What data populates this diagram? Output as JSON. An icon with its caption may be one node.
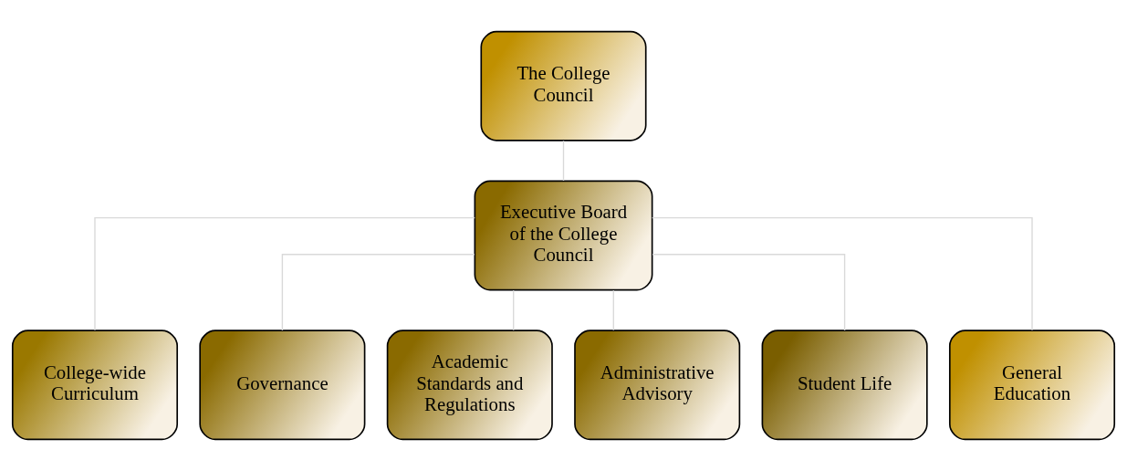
{
  "diagram": {
    "nodes": [
      {
        "text": [
          "The College Council"
        ]
      },
      {
        "text": [
          "Executive Board of the College Council"
        ]
      },
      {
        "text": [
          "College-wide Curriculum"
        ]
      },
      {
        "text": [
          "Governance"
        ]
      },
      {
        "text": [
          "Academic Standards and Regulations"
        ]
      },
      {
        "text": [
          "Administrative Advisory"
        ]
      },
      {
        "text": [
          "Student Life"
        ]
      },
      {
        "text": [
          "General Education"
        ]
      }
    ],
    "edges": [
      {
        "from": 0,
        "to": 1,
        "arrow": "none"
      },
      {
        "from": 1,
        "to": 2,
        "arrow": "none"
      },
      {
        "from": 1,
        "to": 3,
        "arrow": "none"
      },
      {
        "from": 1,
        "to": 4,
        "arrow": "none"
      },
      {
        "from": 1,
        "to": 5,
        "arrow": "none"
      },
      {
        "from": 1,
        "to": 6,
        "arrow": "none"
      },
      {
        "from": 1,
        "to": 7,
        "arrow": "none"
      }
    ]
  }
}
